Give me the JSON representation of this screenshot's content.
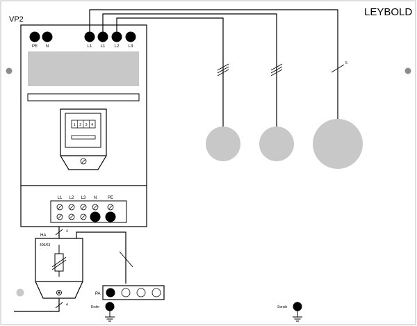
{
  "panel": {
    "brand": "LEYBOLD",
    "device_label": "VP2"
  },
  "top_terminals": {
    "labels": [
      "PE",
      "N",
      "L1",
      "L1",
      "L2",
      "L3"
    ]
  },
  "meter": {
    "digits": [
      "1",
      "2",
      "3",
      "4"
    ]
  },
  "bottom_terminals": {
    "labels": [
      "L1",
      "L2",
      "L3",
      "N",
      "PE"
    ]
  },
  "wiring": {
    "cable_mark_5": "5",
    "cable_mark_ha": "4",
    "cable_mark_bottom": "4"
  },
  "switch": {
    "label": "HA",
    "rating": "400/63"
  },
  "pa_bar": {
    "label": "PA"
  },
  "grounds": {
    "erder_label": "Erder",
    "sonde_label": "Sonde"
  },
  "colors": {
    "line": "#000000",
    "gray_fill": "#c8c8c8",
    "gray_dot": "#8c8c8c",
    "terminal_fill": "#000000"
  }
}
